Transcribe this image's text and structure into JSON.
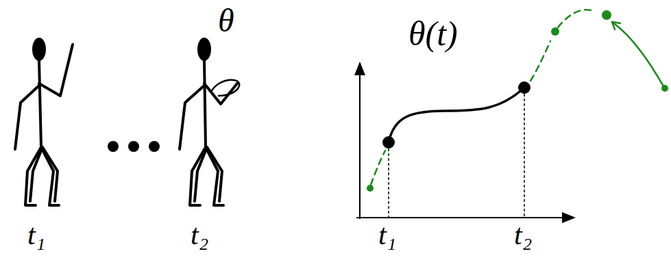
{
  "diagram": {
    "labels": [
      "θ",
      "θ(t)",
      "t₁",
      "t₂",
      "t₁",
      "t₂"
    ]
  }
}
